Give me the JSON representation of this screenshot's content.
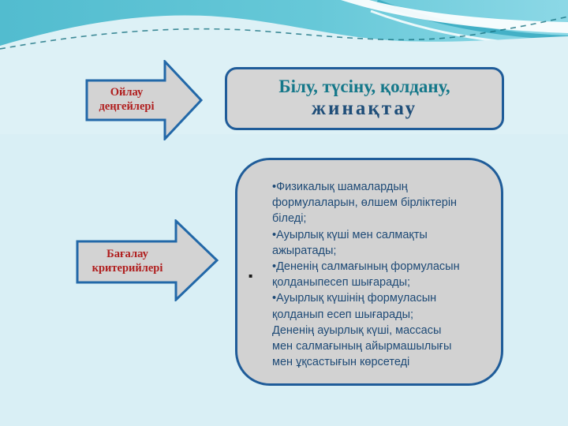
{
  "slide": {
    "arrows": {
      "thinking_levels": {
        "label": "Ойлау\nдеңгейлері"
      },
      "assessment_criteria": {
        "label": "Бағалау\nкритерийлері"
      }
    },
    "title_box": {
      "line1": "Білу, түсіну, қолдану,",
      "line2": "жинақтау"
    },
    "content_box": {
      "text": "•Физикалық шамалардың\nформулаларын, өлшем бірліктерін\nбіледі;\n•Ауырлық күші мен салмақты\nажыратады;\n•Дененің салмағының формуласын\nқолданыпесеп шығарады;\n•Ауырлық күшінің формуласын\nқолданып есеп шығарады;\nДененің ауырлық күші, массасы\nмен салмағының айырмашылығы\nмен ұқсастығын көрсетеді"
    },
    "stray_bullet": "▪",
    "colors": {
      "shape_fill": "#d3d3d3",
      "shape_border_navy": "#1f5c99",
      "arrow_border_blue": "#2268a8",
      "arrow_text_red": "#b01e1e",
      "title_teal": "#15788a",
      "title_navy": "#1f4e79",
      "body_text_navy": "#1e4a76",
      "background_light": "#d9eff5",
      "background_teal": "#5cc2d4"
    }
  }
}
